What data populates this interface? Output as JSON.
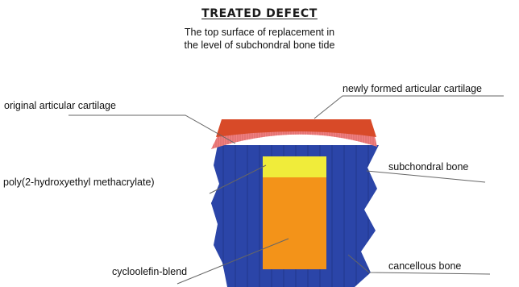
{
  "header": {
    "title": "TREATED DEFECT",
    "subtitle_line1": "The top surface of replacement in",
    "subtitle_line2": "the level of subchondral bone tide"
  },
  "labels": {
    "original_cartilage": "original articular cartilage",
    "new_cartilage": "newly formed articular cartilage",
    "phema": "poly(2-hydroxyethyl methacrylate)",
    "subchondral_bone": "subchondral bone",
    "cycloolefin": "cycloolefin-blend",
    "cancellous_bone": "cancellous bone"
  },
  "colors": {
    "bone": "#2b45a8",
    "bone_stripe": "#22388c",
    "cartilage_original": "#f08080",
    "cartilage_new": "#d84a28",
    "phema": "#f0ec3a",
    "cycloolefin": "#f39319",
    "leader": "#666666"
  }
}
